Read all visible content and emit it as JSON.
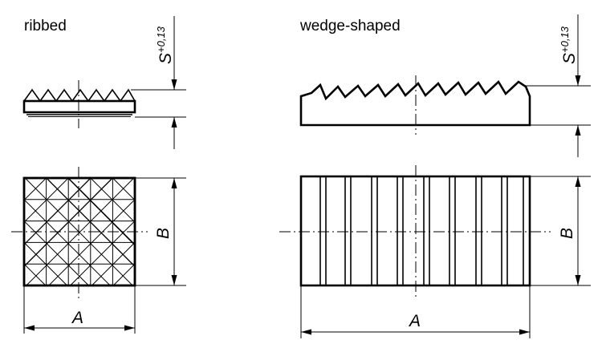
{
  "labels": {
    "ribbed": "ribbed",
    "wedge": "wedge-shaped",
    "dim_a": "A",
    "dim_b": "B",
    "dim_s": "S",
    "tolerance": "+0,13"
  }
}
